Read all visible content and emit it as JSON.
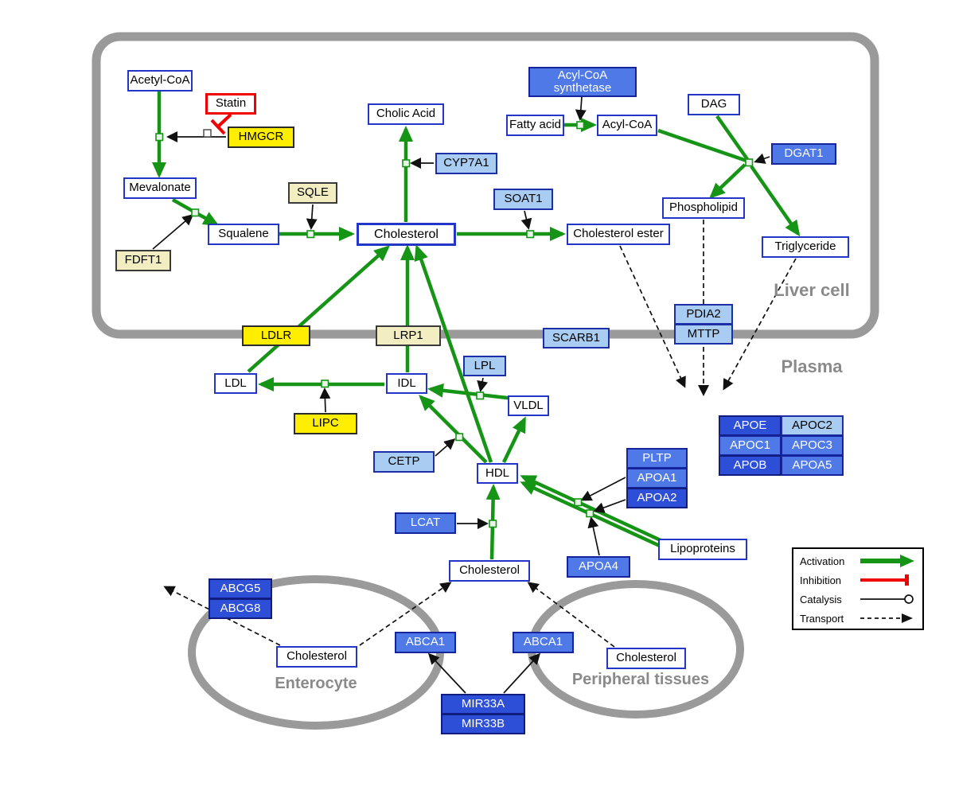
{
  "compartments": {
    "liver": {
      "label": "Liver cell"
    },
    "plasma": {
      "label": "Plasma"
    },
    "enterocyte": {
      "label": "Enterocyte"
    },
    "peripheral": {
      "label": "Peripheral tissues"
    }
  },
  "nodes": {
    "acetyl_coa": {
      "label": "Acetyl-CoA"
    },
    "statin": {
      "label": "Statin"
    },
    "hmgcr": {
      "label": "HMGCR"
    },
    "mevalonate": {
      "label": "Mevalonate"
    },
    "fdft1": {
      "label": "FDFT1"
    },
    "squalene": {
      "label": "Squalene"
    },
    "sqle": {
      "label": "SQLE"
    },
    "cholic_acid": {
      "label": "Cholic Acid"
    },
    "cyp7a1": {
      "label": "CYP7A1"
    },
    "cholesterol_liver": {
      "label": "Cholesterol"
    },
    "soat1": {
      "label": "SOAT1"
    },
    "cholesterol_ester": {
      "label": "Cholesterol ester"
    },
    "acyl_coa_synthetase": {
      "label": "Acyl-CoA synthetase"
    },
    "fatty_acid": {
      "label": "Fatty acid"
    },
    "acyl_coa": {
      "label": "Acyl-CoA"
    },
    "dag": {
      "label": "DAG"
    },
    "dgat1": {
      "label": "DGAT1"
    },
    "phospholipid": {
      "label": "Phospholipid"
    },
    "triglyceride": {
      "label": "Triglyceride"
    },
    "ldlr": {
      "label": "LDLR"
    },
    "lrp1": {
      "label": "LRP1"
    },
    "scarb1": {
      "label": "SCARB1"
    },
    "pdia2": {
      "label": "PDIA2"
    },
    "mttp": {
      "label": "MTTP"
    },
    "ldl": {
      "label": "LDL"
    },
    "idl": {
      "label": "IDL"
    },
    "lpl": {
      "label": "LPL"
    },
    "vldl": {
      "label": "VLDL"
    },
    "lipc": {
      "label": "LIPC"
    },
    "cetp": {
      "label": "CETP"
    },
    "hdl": {
      "label": "HDL"
    },
    "pltp": {
      "label": "PLTP"
    },
    "apoa1": {
      "label": "APOA1"
    },
    "apoa2": {
      "label": "APOA2"
    },
    "lcat": {
      "label": "LCAT"
    },
    "apoa4": {
      "label": "APOA4"
    },
    "lipoproteins": {
      "label": "Lipoproteins"
    },
    "cholesterol_plasma": {
      "label": "Cholesterol"
    },
    "apoe": {
      "label": "APOE"
    },
    "apoc2": {
      "label": "APOC2"
    },
    "apoc1": {
      "label": "APOC1"
    },
    "apoc3": {
      "label": "APOC3"
    },
    "apob": {
      "label": "APOB"
    },
    "apoa5": {
      "label": "APOA5"
    },
    "abcg5": {
      "label": "ABCG5"
    },
    "abcg8": {
      "label": "ABCG8"
    },
    "cholesterol_enterocyte": {
      "label": "Cholesterol"
    },
    "abca1_enterocyte": {
      "label": "ABCA1"
    },
    "abca1_peripheral": {
      "label": "ABCA1"
    },
    "cholesterol_peripheral": {
      "label": "Cholesterol"
    },
    "mir33a": {
      "label": "MIR33A"
    },
    "mir33b": {
      "label": "MIR33B"
    }
  },
  "legend": {
    "activation": "Activation",
    "inhibition": "Inhibition",
    "catalysis": "Catalysis",
    "transport": "Transport"
  },
  "colors": {
    "activation_green": "#159415",
    "inhibition_red": "#f00000",
    "membrane_gray": "#9a9a9a",
    "metabolite_border_blue": "#2336c8",
    "enzyme_yellow": "#ffee00",
    "enzyme_cream": "#f3eec2",
    "protein_blue_light": "#a9cdf2",
    "protein_blue_medium": "#4e79e6",
    "protein_blue_dark": "#2d4fd8"
  }
}
